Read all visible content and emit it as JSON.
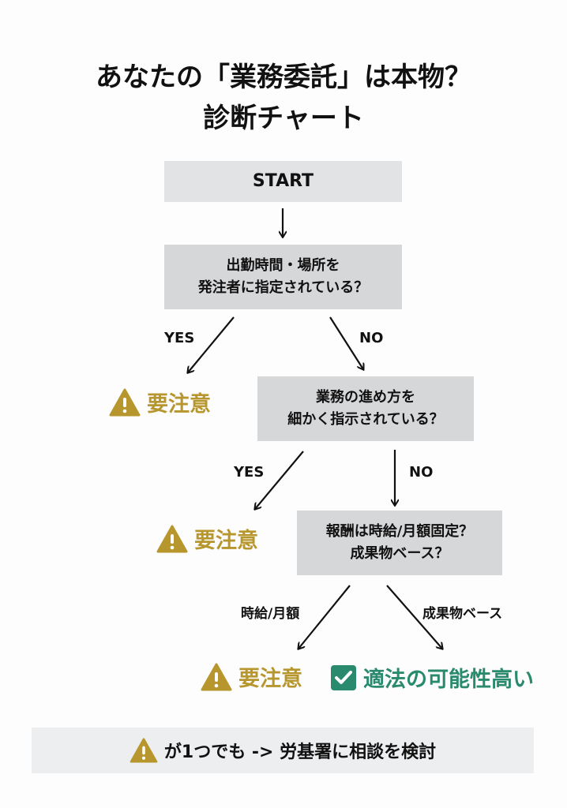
{
  "title": {
    "line1": "あなたの「業務委託」は本物？",
    "line2": "診断チャート"
  },
  "start": "START",
  "q1": {
    "line1": "出勤時間・場所を",
    "line2": "発注者に指定されている？",
    "yes": "YES",
    "no": "NO"
  },
  "q2": {
    "line1": "業務の進め方を",
    "line2": "細かく指示されている？",
    "yes": "YES",
    "no": "NO"
  },
  "q3": {
    "line1": "報酬は時給/月額固定？",
    "line2": "成果物ベース？",
    "branch_a": "時給/月額",
    "branch_b": "成果物ベース"
  },
  "caution": "要注意",
  "ok": "適法の可能性高い",
  "footer": "が1つでも -> 労基署に相談を検討",
  "colors": {
    "warning": "#b8962e",
    "ok": "#2a8a6e",
    "box": "#d6d7d9"
  },
  "icons": {
    "warning": "warning-triangle-icon",
    "ok": "check-box-icon"
  }
}
